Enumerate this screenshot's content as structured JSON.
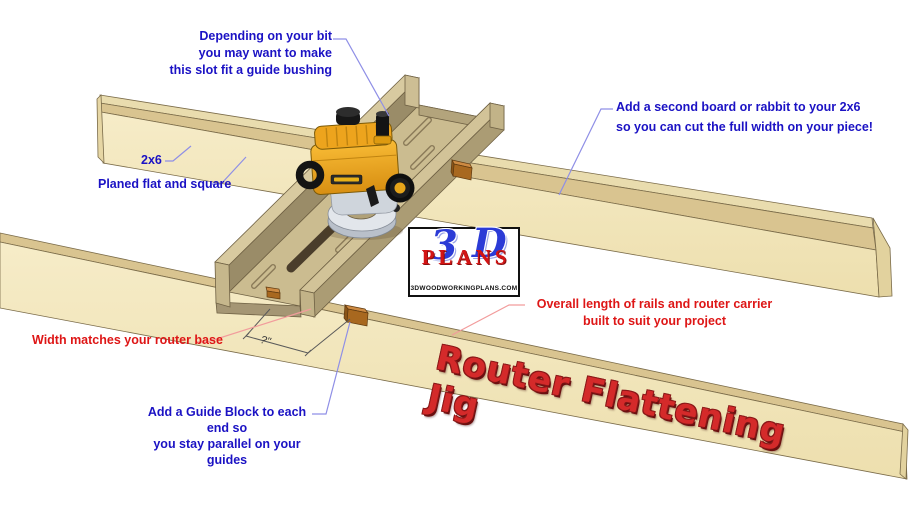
{
  "figure": {
    "title": "Router Flattening Jig",
    "dimension_label": "?\""
  },
  "annotations": {
    "slot": "Depending on your bit\nyou may want to make\nthis slot fit a guide bushing",
    "second_board": "Add a second board or rabbit to your 2x6\nso you can cut the full width on your piece!",
    "board_size": "2x6",
    "planed": "Planed flat and square",
    "width": "Width matches your router base",
    "overall_length": "Overall length of rails and router carrier\nbuilt to suit your project",
    "guide_block": "Add a Guide Block to each end so\nyou stay parallel on your guides"
  },
  "logo": {
    "digit": "3",
    "letter": "D",
    "word": "PLANS",
    "site": "3DWOODWORKINGPLANS.COM"
  },
  "colors": {
    "annotation_blue": "#1b12c4",
    "annotation_red": "#de1616",
    "title_red": "#d42a2a",
    "leader_blue": "#8f8fe6",
    "leader_red": "#f29c9c",
    "rail_face": "#f3e8c0",
    "rail_top": "#d9c490",
    "carrier_wood": "#cbbc90",
    "guide_block_orange": "#c8803a",
    "router_yellow": "#f2a71e"
  }
}
